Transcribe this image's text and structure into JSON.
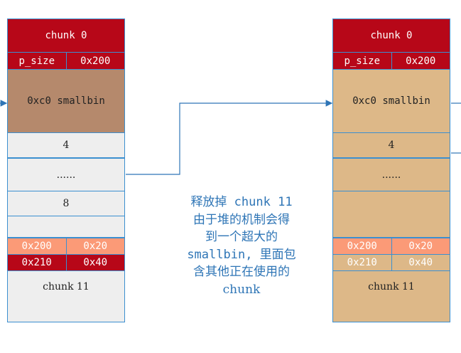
{
  "colors": {
    "border": "#3b8fd0",
    "header_red": "#b70718",
    "freed_smallbin_brown": "#b5896c",
    "merged_chunk_tan": "#ddb888",
    "salmon": "#fb9a77",
    "in_use_gray": "#eeeeee",
    "connector": "#2e75b6",
    "caption": "#2e75b6"
  },
  "left_heap": {
    "header": "chunk 0",
    "size_label": "p_size",
    "size_value": "0x200",
    "smallbin": "0xc0 smallbin",
    "slot_a": "4",
    "ellipsis": "......",
    "slot_b": "8",
    "blank": "",
    "row_prev": [
      "0x200",
      "0x20"
    ],
    "row_size": [
      "0x210",
      "0x40"
    ],
    "footer": "chunk 11"
  },
  "right_heap": {
    "header": "chunk 0",
    "size_label": "p_size",
    "size_value": "0x200",
    "smallbin": "0xc0 smallbin",
    "slot_a": "4",
    "ellipsis": "......",
    "blank": "",
    "row_prev": [
      "0x200",
      "0x20"
    ],
    "row_size": [
      "0x210",
      "0x40"
    ],
    "footer": "chunk 11"
  },
  "caption": {
    "lines": [
      "释放掉 chunk 11",
      "由于堆的机制会得",
      "到一个超大的",
      "smallbin, 里面包",
      "含其他正在使用的",
      "chunk"
    ]
  }
}
